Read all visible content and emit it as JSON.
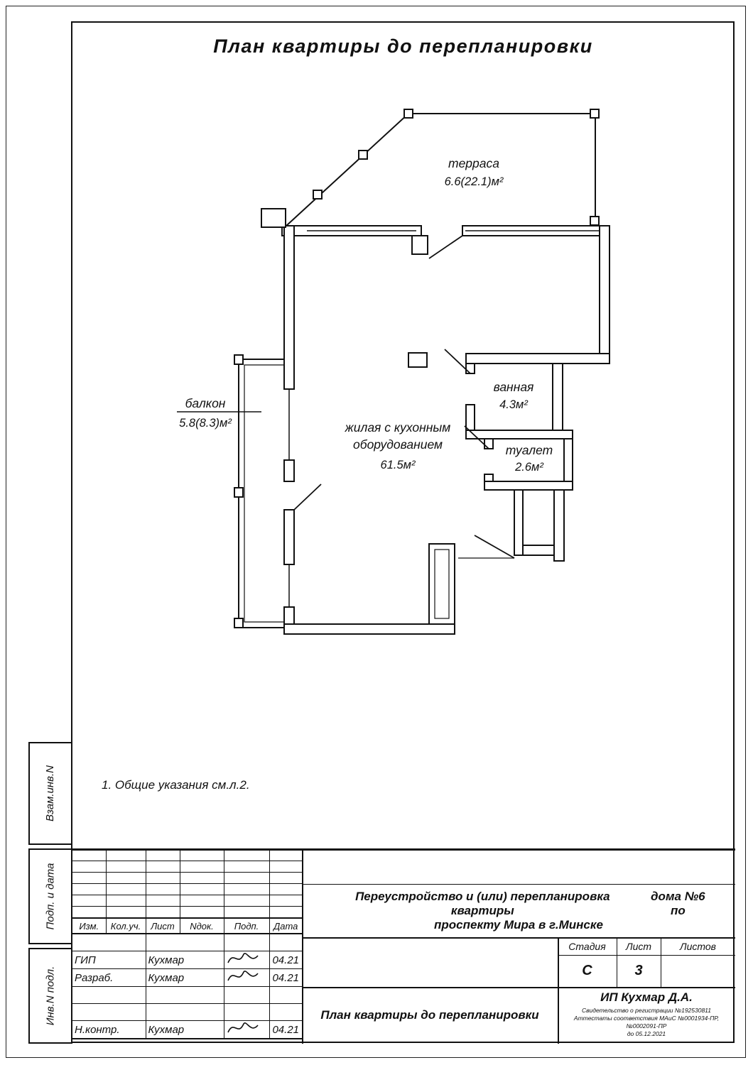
{
  "sheet_title": "План квартиры до перепланировки",
  "note": "1.  Общие указания см.л.2.",
  "plan": {
    "rooms": {
      "terrace": {
        "name": "терраса",
        "area": "6.6(22.1)м²"
      },
      "balcony": {
        "name": "балкон",
        "area": "5.8(8.3)м²"
      },
      "living": {
        "name_line1": "жилая с кухонным",
        "name_line2": "оборудованием",
        "area": "61.5м²"
      },
      "bathroom": {
        "name": "ванная",
        "area": "4.3м²"
      },
      "toilet": {
        "name": "туалет",
        "area": "2.6м²"
      }
    }
  },
  "sidebar": {
    "labels": [
      "Взам.инв.N",
      "Подп. и дата",
      "Инв.N подл."
    ]
  },
  "titleblock": {
    "rev_headers": [
      "Изм.",
      "Кол.уч.",
      "Лист",
      "Nдок.",
      "Подп.",
      "Дата"
    ],
    "sig_rows": [
      {
        "role": "",
        "name": "",
        "date": ""
      },
      {
        "role": "ГИП",
        "name": "Кухмар",
        "date": "04.21"
      },
      {
        "role": "Разраб.",
        "name": "Кухмар",
        "date": "04.21"
      },
      {
        "role": "",
        "name": "",
        "date": ""
      },
      {
        "role": "",
        "name": "",
        "date": ""
      },
      {
        "role": "Н.контр.",
        "name": "Кухмар",
        "date": "04.21"
      }
    ],
    "project": {
      "line1": "Переустройство и (или) перепланировка квартиры",
      "line1_right": "дома №6 по",
      "line2": "проспекту Мира в г.Минске"
    },
    "stage": {
      "label": "Стадия",
      "value": "С"
    },
    "sheet": {
      "label": "Лист",
      "value": "3"
    },
    "sheets": {
      "label": "Листов",
      "value": ""
    },
    "drawing_name": "План квартиры до перепланировки",
    "org": {
      "name": "ИП Кухмар Д.А.",
      "cert1": "Свидетельство о регистрации №192530811",
      "cert2": "Аттестаты соответствия МАиС №0001934-ПР, №0002091-ПР",
      "cert3": "до 05.12.2021"
    }
  }
}
